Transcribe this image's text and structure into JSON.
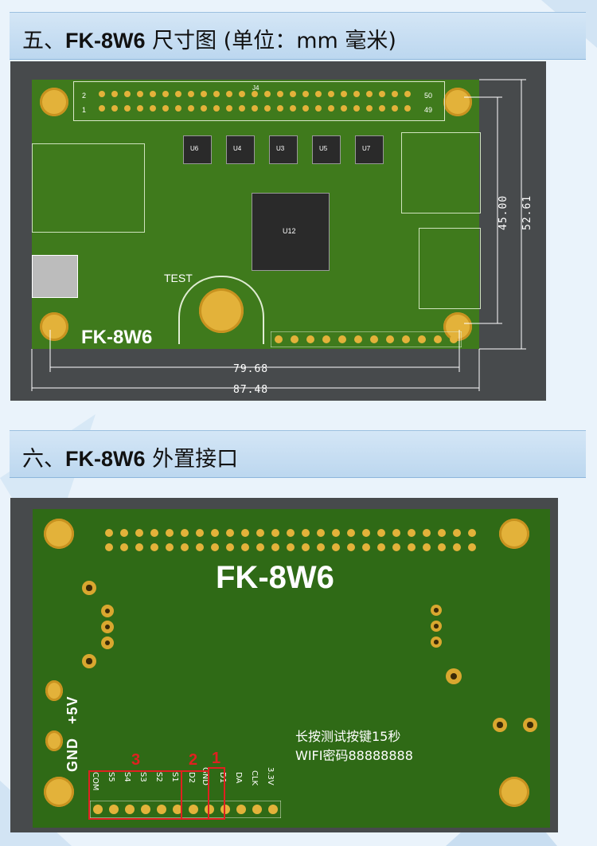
{
  "section1": {
    "title_prefix": "五、",
    "title_bold": "FK-8W6",
    "title_suffix": " 尺寸图 (单位：mm 毫米)"
  },
  "section2": {
    "title_prefix": "六、",
    "title_bold": "FK-8W6",
    "title_suffix": " 外置接口"
  },
  "board_top": {
    "name": "FK-8W6",
    "test_label": "TEST",
    "header_label": "J4",
    "pin_50": "50",
    "pin_49": "49",
    "pin_2": "2",
    "pin_1": "1",
    "chips": [
      "U6",
      "U4",
      "U3",
      "U5",
      "U7"
    ],
    "main_chip": "U12"
  },
  "dimensions": {
    "width_inner": "79.68",
    "width_outer": "87.48",
    "height_inner": "45.00",
    "height_outer": "52.61"
  },
  "board_bottom": {
    "name": "FK-8W6",
    "power_plus": "+5V",
    "power_gnd": "GND",
    "note_line1": "长按测试按键15秒",
    "note_line2": "WIFI密码88888888",
    "pins": [
      "COM",
      "S5",
      "S4",
      "S3",
      "S2",
      "S1",
      "D2",
      "GND",
      "D1",
      "DA",
      "CLK",
      "3.3V"
    ],
    "group_labels": [
      "3",
      "2",
      "1"
    ]
  },
  "colors": {
    "pcb_green": "#3f7a1c",
    "pad_gold": "#e3b23a",
    "header_blue": "#c7dff3",
    "highlight_red": "#e02020"
  }
}
